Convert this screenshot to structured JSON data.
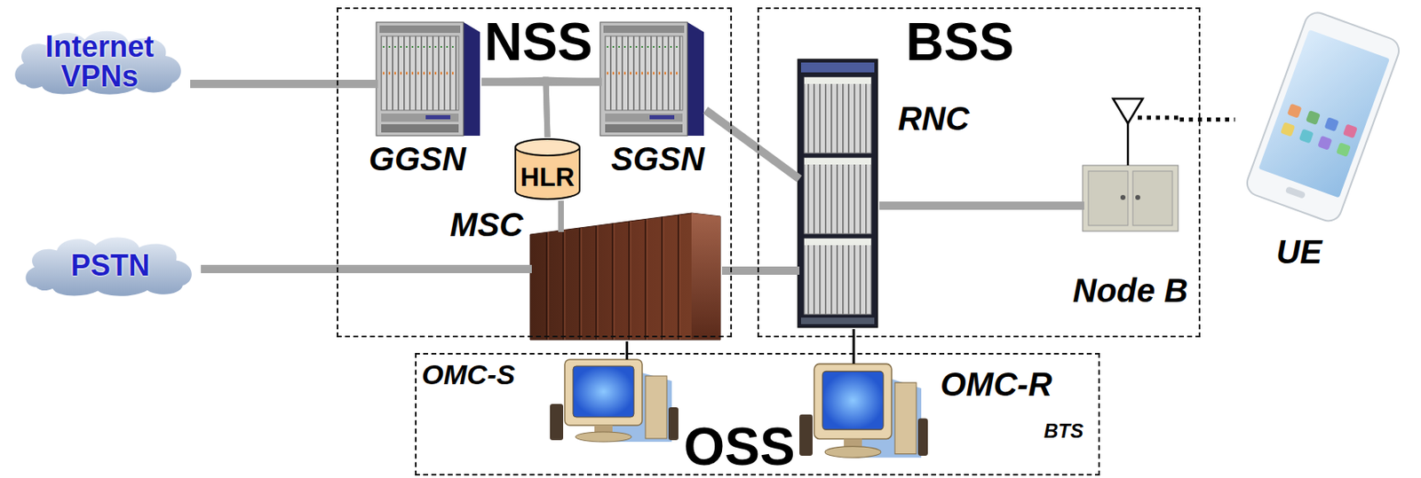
{
  "diagram": {
    "nodes": [
      {
        "text": [
          "Internet VPNs"
        ]
      },
      {
        "text": [
          "NSS"
        ]
      },
      {
        "text": [
          "GGSN"
        ],
        "in": 1
      },
      {
        "text": [
          "HLR"
        ],
        "in": 1
      },
      {
        "text": [
          "SGSN"
        ],
        "in": 1
      },
      {
        "text": [
          "MSC"
        ],
        "in": 1
      },
      {
        "text": [
          "BSS"
        ]
      },
      {
        "text": [
          "RNC"
        ],
        "in": 6
      },
      {
        "text": [
          "Node B"
        ],
        "in": 6
      },
      {
        "text": [
          "UE"
        ]
      },
      {
        "text": [
          "PSTN"
        ]
      },
      {
        "text": [
          "OSS"
        ]
      },
      {
        "text": [
          "OMC-S"
        ],
        "in": 11
      },
      {
        "text": [
          "OMC-R"
        ],
        "in": 11
      }
    ],
    "edges": [
      {
        "from": 0,
        "to": 2,
        "arrow": "none"
      },
      {
        "from": 2,
        "to": 4,
        "arrow": "none"
      },
      {
        "from": 3,
        "to": 2,
        "arrow": "none"
      },
      {
        "from": 3,
        "to": 4,
        "arrow": "none"
      },
      {
        "from": 3,
        "to": 5,
        "arrow": "none"
      },
      {
        "from": 4,
        "to": 7,
        "arrow": "none"
      },
      {
        "from": 10,
        "to": 5,
        "arrow": "none"
      },
      {
        "from": 5,
        "to": 7,
        "arrow": "none"
      },
      {
        "from": 7,
        "to": 8,
        "arrow": "none"
      },
      {
        "from": 8,
        "to": 9,
        "arrow": "none"
      },
      {
        "from": 5,
        "to": 12,
        "arrow": "none"
      },
      {
        "from": 7,
        "to": 13,
        "arrow": "none"
      }
    ],
    "labels": [
      "BTS"
    ]
  }
}
